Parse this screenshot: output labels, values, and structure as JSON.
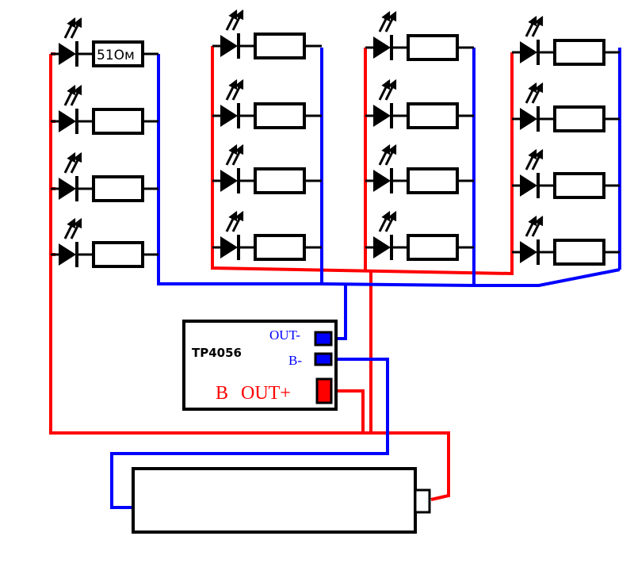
{
  "resistor_label": "51Ом",
  "module": {
    "name": "TP4056",
    "out_minus": "OUT-",
    "b_minus": "B-",
    "b_plus": "B",
    "out_plus": "OUT+"
  },
  "colors": {
    "positive_wire": "#ff0000",
    "negative_wire": "#0000ff",
    "outline": "#000000",
    "background": "#ffffff"
  },
  "groups": [
    {
      "led_count": 4
    },
    {
      "led_count": 4
    },
    {
      "led_count": 4
    },
    {
      "led_count": 4
    }
  ]
}
